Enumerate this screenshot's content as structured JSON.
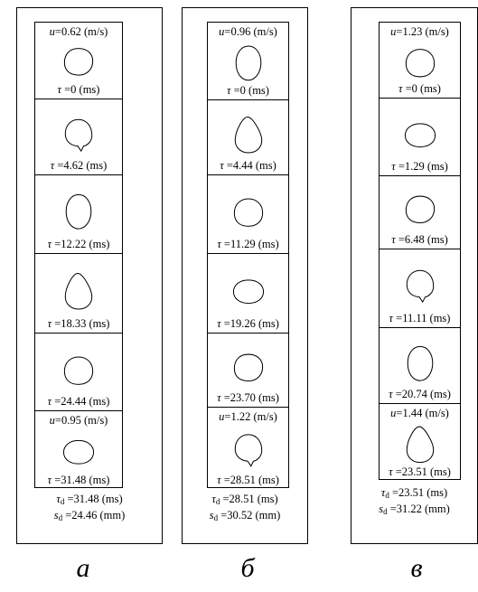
{
  "panels": [
    {
      "caption": "а",
      "frames": [
        {
          "u": "u=0.62 (m/s)",
          "tau": "τ =0 (ms)"
        },
        {
          "tau": "τ =4.62 (ms)"
        },
        {
          "tau": "τ =12.22 (ms)"
        },
        {
          "tau": "τ =18.33 (ms)"
        },
        {
          "tau": "τ =24.44 (ms)"
        },
        {
          "u": "u=0.95 (m/s)",
          "tau": "τ =31.48 (ms)"
        }
      ],
      "tau_d": "=31.48 (ms)",
      "s_d": "=24.46 (mm)"
    },
    {
      "caption": "б",
      "frames": [
        {
          "u": "u=0.96 (m/s)",
          "tau": "τ =0 (ms)"
        },
        {
          "tau": "τ =4.44 (ms)"
        },
        {
          "tau": "τ =11.29 (ms)"
        },
        {
          "tau": "τ =19.26 (ms)"
        },
        {
          "tau": "τ =23.70 (ms)"
        },
        {
          "u": "u=1.22 (m/s)",
          "tau": "τ =28.51 (ms)"
        }
      ],
      "tau_d": "=28.51 (ms)",
      "s_d": "=30.52 (mm)"
    },
    {
      "caption": "в",
      "frames": [
        {
          "u": "u=1.23 (m/s)",
          "tau": "τ =0 (ms)"
        },
        {
          "tau": "τ =1.29 (ms)"
        },
        {
          "tau": "τ =6.48 (ms)"
        },
        {
          "tau": "τ =11.11 (ms)"
        },
        {
          "tau": "τ =20.74 (ms)"
        },
        {
          "u": "u=1.44 (m/s)",
          "tau": "τ =23.51 (ms)"
        }
      ],
      "tau_d": "=23.51 (ms)",
      "s_d": "=31.22 (mm)"
    }
  ]
}
